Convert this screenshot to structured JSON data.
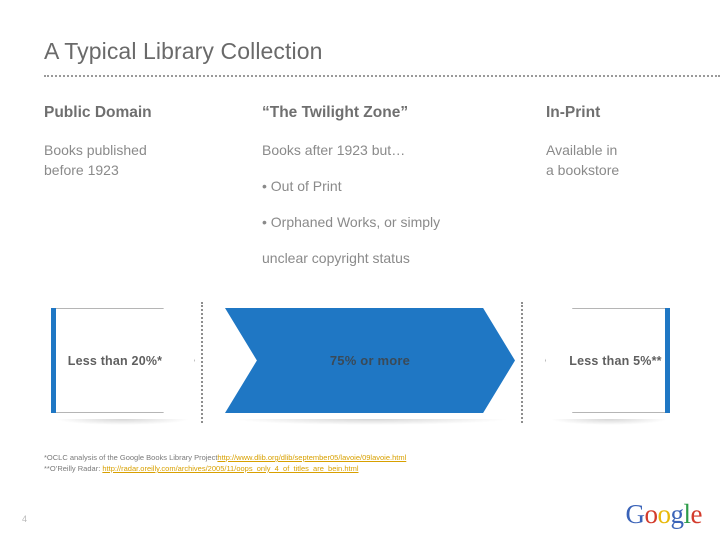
{
  "slide": {
    "title": "A Typical Library Collection",
    "page_number": "4",
    "accent_color": "#1f77c4",
    "heading_color": "#6f6f6f",
    "body_color": "#8a8a8a",
    "link_color": "#d8a000"
  },
  "columns": [
    {
      "heading": "Public Domain",
      "body": "Books published\nbefore 1923",
      "body_line_1": "Books published",
      "body_line_2": "before 1923"
    },
    {
      "heading": "“The Twilight Zone”",
      "body_line_1": "Books after 1923 but…",
      "bullet_1": "• Out of Print",
      "bullet_2": "• Orphaned Works, or simply",
      "bullet_2_cont": "unclear copyright status"
    },
    {
      "heading": "In-Print",
      "body_line_1": "Available in",
      "body_line_2": "a bookstore"
    }
  ],
  "chevrons": [
    {
      "label": "Less than 20%*",
      "style": "outline",
      "accent_side": "left"
    },
    {
      "label": "75% or more",
      "style": "filled",
      "accent_side": "none"
    },
    {
      "label": "Less than 5%**",
      "style": "outline",
      "accent_side": "right"
    }
  ],
  "footnotes": [
    {
      "marker": "*",
      "text": "OCLC analysis of the Google Books Library Project",
      "link": "http://www.dlib.org/dlib/september05/lavoie/09lavoie.html"
    },
    {
      "marker": "**",
      "text": "O’Reilly Radar: ",
      "link": "http://radar.oreilly.com/archives/2005/11/oops_only_4_of_titles_are_bein.html"
    }
  ],
  "logo": {
    "letters": [
      "G",
      "o",
      "o",
      "g",
      "l",
      "e"
    ],
    "name": "Google"
  }
}
